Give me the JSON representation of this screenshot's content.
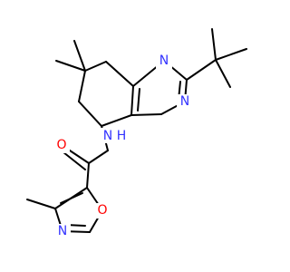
{
  "molecule": {
    "atom_labels": {
      "n1": "N",
      "n3": "N",
      "n_amide": "N",
      "h_amide": "H",
      "o_carbonyl": "O",
      "o_ring": "O",
      "n_ring": "N"
    },
    "colors": {
      "bond": "#000000",
      "nitrogen": "#3333ff",
      "oxygen": "#ff0000",
      "background": "#ffffff"
    }
  }
}
